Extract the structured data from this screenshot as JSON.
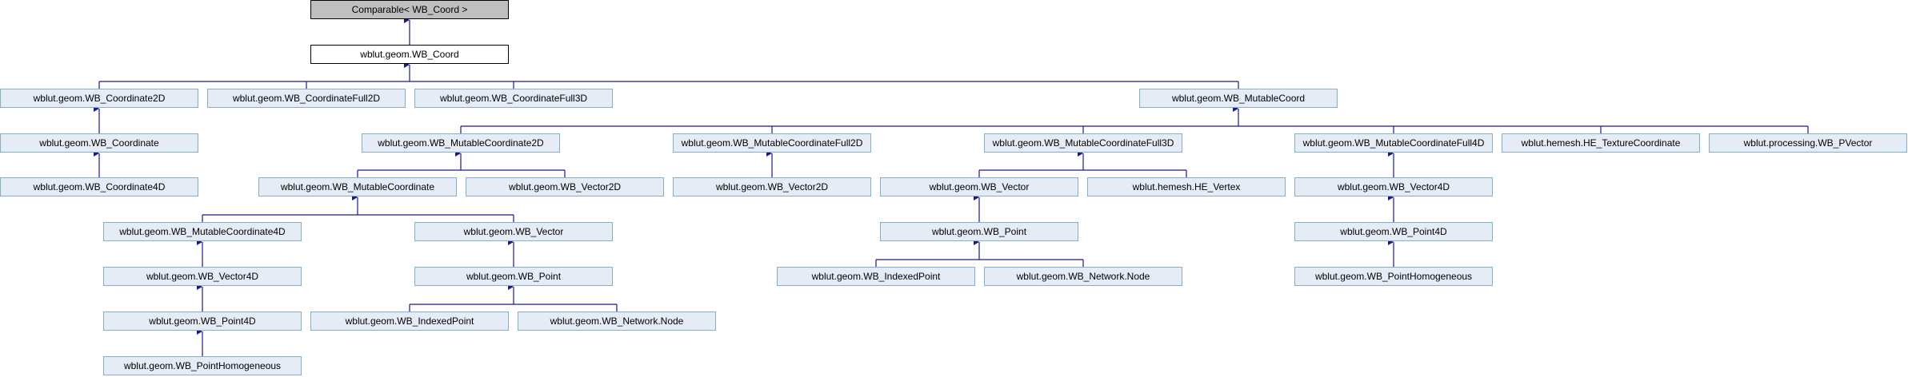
{
  "diagram": {
    "nodes": [
      {
        "id": "comparable",
        "label": "Comparable< WB_Coord >",
        "style": "root"
      },
      {
        "id": "wb_coord",
        "label": "wblut.geom.WB_Coord",
        "style": "main"
      },
      {
        "id": "coordinate2d",
        "label": "wblut.geom.WB_Coordinate2D"
      },
      {
        "id": "coordinatefull2d",
        "label": "wblut.geom.WB_CoordinateFull2D"
      },
      {
        "id": "coordinatefull3d",
        "label": "wblut.geom.WB_CoordinateFull3D"
      },
      {
        "id": "mutablecoord",
        "label": "wblut.geom.WB_MutableCoord"
      },
      {
        "id": "coordinate",
        "label": "wblut.geom.WB_Coordinate"
      },
      {
        "id": "coordinate4d",
        "label": "wblut.geom.WB_Coordinate4D"
      },
      {
        "id": "mutablecoordinate2d",
        "label": "wblut.geom.WB_MutableCoordinate2D"
      },
      {
        "id": "mutablecoordinatefull2d",
        "label": "wblut.geom.WB_MutableCoordinateFull2D"
      },
      {
        "id": "mutablecoordinatefull3d",
        "label": "wblut.geom.WB_MutableCoordinateFull3D"
      },
      {
        "id": "mutablecoordinatefull4d",
        "label": "wblut.geom.WB_MutableCoordinateFull4D"
      },
      {
        "id": "texturecoordinate",
        "label": "wblut.hemesh.HE_TextureCoordinate"
      },
      {
        "id": "pvector",
        "label": "wblut.processing.WB_PVector"
      },
      {
        "id": "mutablecoordinate",
        "label": "wblut.geom.WB_MutableCoordinate"
      },
      {
        "id": "vector2d_a",
        "label": "wblut.geom.WB_Vector2D"
      },
      {
        "id": "vector2d_b",
        "label": "wblut.geom.WB_Vector2D"
      },
      {
        "id": "vector_b",
        "label": "wblut.geom.WB_Vector"
      },
      {
        "id": "he_vertex",
        "label": "wblut.hemesh.HE_Vertex"
      },
      {
        "id": "vector4d_b",
        "label": "wblut.geom.WB_Vector4D"
      },
      {
        "id": "mutablecoordinate4d",
        "label": "wblut.geom.WB_MutableCoordinate4D"
      },
      {
        "id": "vector_a",
        "label": "wblut.geom.WB_Vector"
      },
      {
        "id": "point_b",
        "label": "wblut.geom.WB_Point"
      },
      {
        "id": "point4d_b",
        "label": "wblut.geom.WB_Point4D"
      },
      {
        "id": "vector4d_a",
        "label": "wblut.geom.WB_Vector4D"
      },
      {
        "id": "point_a",
        "label": "wblut.geom.WB_Point"
      },
      {
        "id": "indexedpoint_b",
        "label": "wblut.geom.WB_IndexedPoint"
      },
      {
        "id": "networknode_b",
        "label": "wblut.geom.WB_Network.Node"
      },
      {
        "id": "pointhomogeneous_b",
        "label": "wblut.geom.WB_PointHomogeneous"
      },
      {
        "id": "point4d_a",
        "label": "wblut.geom.WB_Point4D"
      },
      {
        "id": "indexedpoint_a",
        "label": "wblut.geom.WB_IndexedPoint"
      },
      {
        "id": "networknode_a",
        "label": "wblut.geom.WB_Network.Node"
      },
      {
        "id": "pointhomogeneous_a",
        "label": "wblut.geom.WB_PointHomogeneous"
      }
    ],
    "edges": [
      [
        "wb_coord",
        "comparable"
      ],
      [
        "coordinate2d",
        "wb_coord"
      ],
      [
        "coordinatefull2d",
        "wb_coord"
      ],
      [
        "coordinatefull3d",
        "wb_coord"
      ],
      [
        "mutablecoord",
        "wb_coord"
      ],
      [
        "coordinate",
        "coordinate2d"
      ],
      [
        "coordinate4d",
        "coordinate"
      ],
      [
        "mutablecoordinate2d",
        "mutablecoord"
      ],
      [
        "mutablecoordinatefull2d",
        "mutablecoord"
      ],
      [
        "mutablecoordinatefull3d",
        "mutablecoord"
      ],
      [
        "mutablecoordinatefull4d",
        "mutablecoord"
      ],
      [
        "texturecoordinate",
        "mutablecoord"
      ],
      [
        "pvector",
        "mutablecoord"
      ],
      [
        "mutablecoordinate",
        "mutablecoordinate2d"
      ],
      [
        "vector2d_a",
        "mutablecoordinate2d"
      ],
      [
        "vector2d_b",
        "mutablecoordinatefull2d"
      ],
      [
        "vector_b",
        "mutablecoordinatefull3d"
      ],
      [
        "he_vertex",
        "mutablecoordinatefull3d"
      ],
      [
        "vector4d_b",
        "mutablecoordinatefull4d"
      ],
      [
        "mutablecoordinate4d",
        "mutablecoordinate"
      ],
      [
        "vector_a",
        "mutablecoordinate"
      ],
      [
        "point_b",
        "vector_b"
      ],
      [
        "point4d_b",
        "vector4d_b"
      ],
      [
        "vector4d_a",
        "mutablecoordinate4d"
      ],
      [
        "point_a",
        "vector_a"
      ],
      [
        "indexedpoint_b",
        "point_b"
      ],
      [
        "networknode_b",
        "point_b"
      ],
      [
        "pointhomogeneous_b",
        "point4d_b"
      ],
      [
        "point4d_a",
        "vector4d_a"
      ],
      [
        "indexedpoint_a",
        "point_a"
      ],
      [
        "networknode_a",
        "point_a"
      ],
      [
        "pointhomogeneous_a",
        "point4d_a"
      ]
    ],
    "colors": {
      "node_fill": "#e5ecf6",
      "node_border": "#84b0c7",
      "root_fill": "#bfbfbf",
      "main_fill": "#ffffff",
      "edge": "#1a1a8c"
    }
  }
}
